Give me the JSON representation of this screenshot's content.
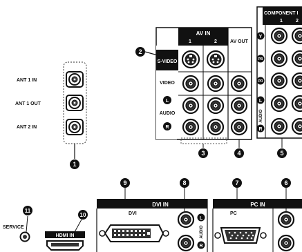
{
  "ant": {
    "in1": "ANT 1 IN",
    "out1": "ANT 1 OUT",
    "in2": "ANT 2 IN"
  },
  "av": {
    "header": "AV IN",
    "col1": "1",
    "col2": "2",
    "out": "AV OUT",
    "svideo": "S-VIDEO",
    "video": "VIDEO",
    "audio": "AUDIO",
    "l": "L",
    "r": "R"
  },
  "component": {
    "header": "COMPONENT I",
    "col1": "1",
    "col2": "2",
    "y": "Y",
    "pb": "PB",
    "pr": "PR",
    "audio": "AUDIO",
    "l": "L",
    "r": "R"
  },
  "dvi": {
    "header": "DVI IN",
    "label": "DVI",
    "audio": "AUDIO",
    "l": "L",
    "r": "R"
  },
  "pc": {
    "header": "PC IN",
    "label": "PC"
  },
  "hdmi": {
    "label": "HDMI IN"
  },
  "service": {
    "label": "SERVICE"
  },
  "callouts": {
    "c1": "1",
    "c2": "2",
    "c3": "3",
    "c4": "4",
    "c5": "5",
    "c6": "6",
    "c7": "7",
    "c8": "8",
    "c9": "9",
    "c10": "10",
    "c11": "11"
  }
}
